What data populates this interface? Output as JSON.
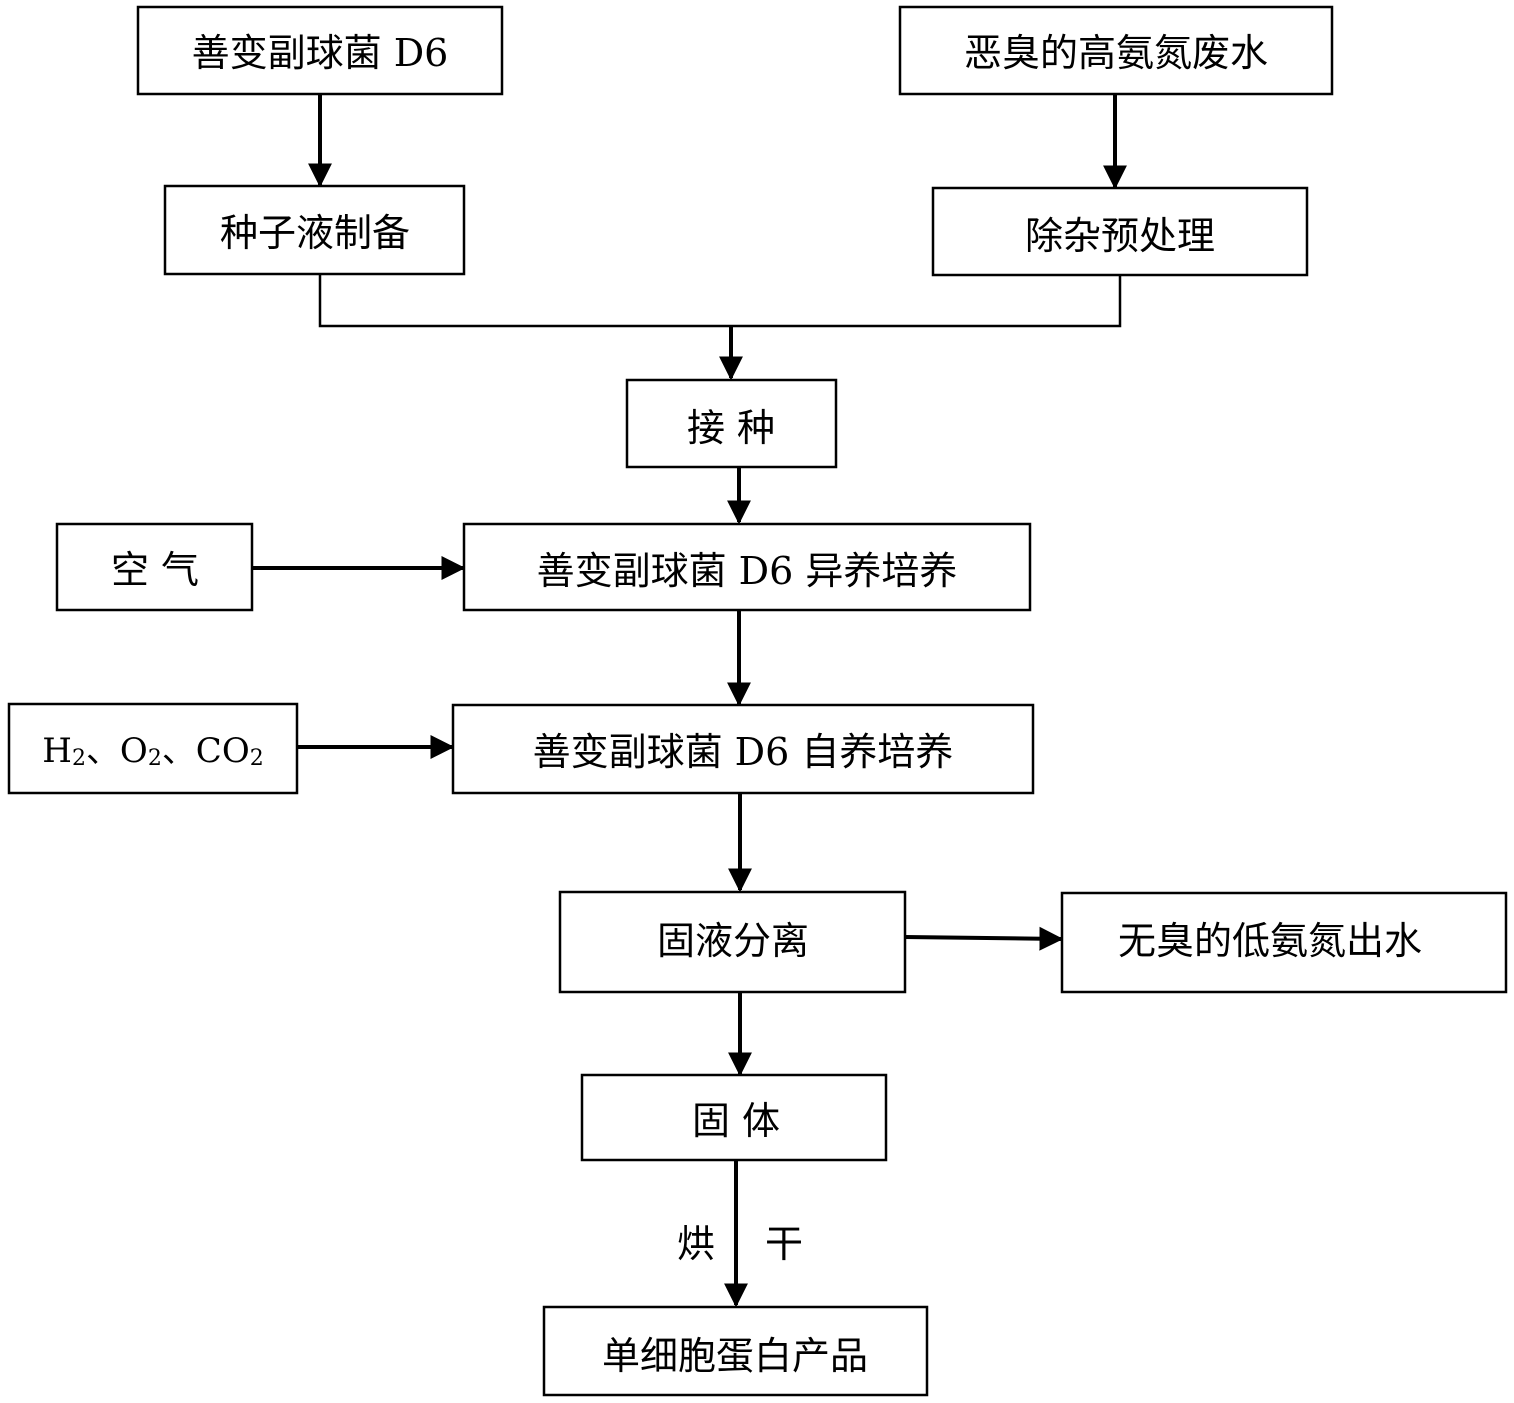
{
  "nodes": {
    "strain": "善变副球菌 D6",
    "wastewater": "恶臭的高氨氮废水",
    "seed_prep": "种子液制备",
    "pretreat": "除杂预处理",
    "inoculate": "接 种",
    "air": "空 气",
    "hetero": "善变副球菌 D6 异养培养",
    "gases": {
      "h": "H",
      "h_sub": "2",
      "sep1": "、O",
      "o_sub": "2",
      "sep2": "、CO",
      "co_sub": "2"
    },
    "auto": "善变副球菌 D6 自养培养",
    "separation": "固液分离",
    "effluent": "无臭的低氨氮出水",
    "solid": "固 体",
    "product": "单细胞蛋白产品"
  },
  "edges": {
    "drying_left": "烘",
    "drying_right": "干"
  }
}
